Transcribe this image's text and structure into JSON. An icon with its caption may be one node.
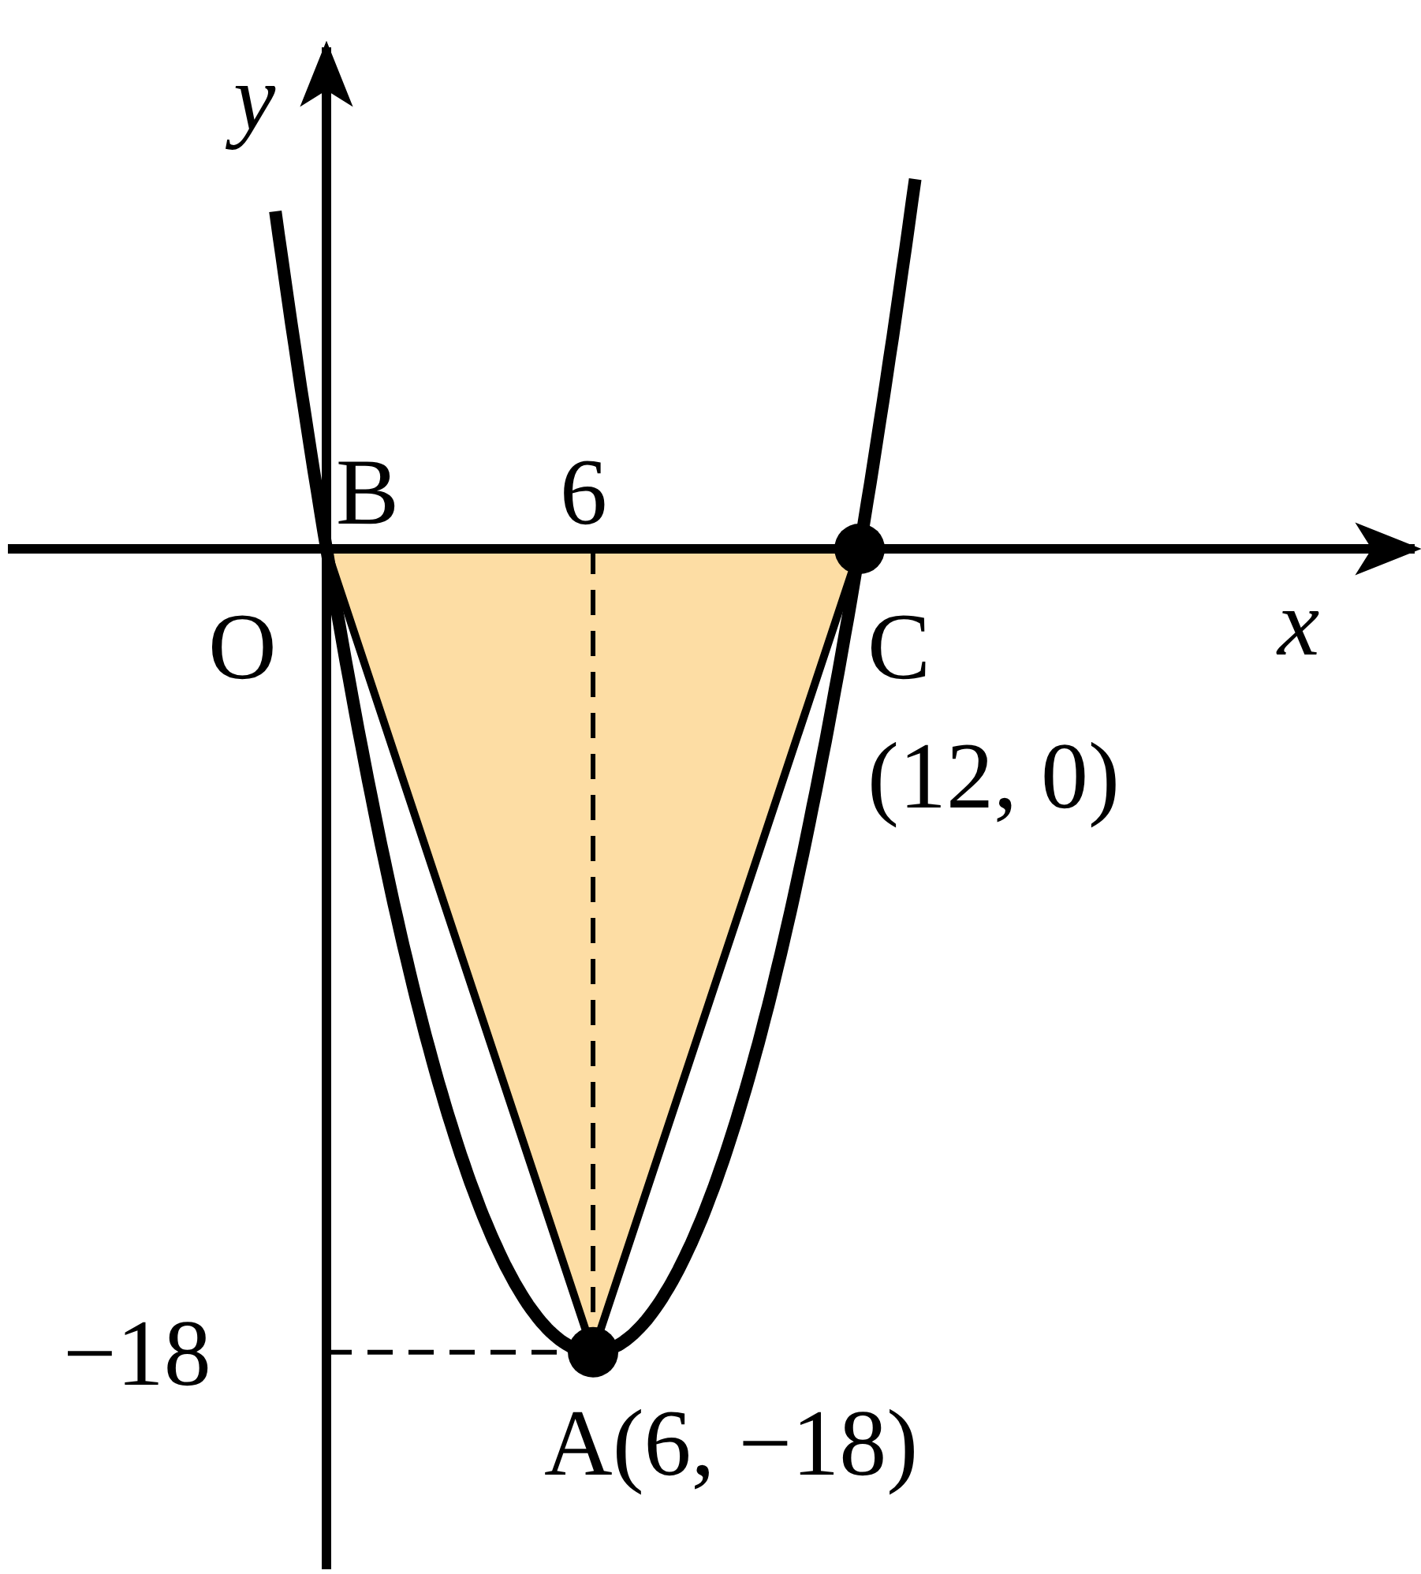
{
  "diagram": {
    "labels": [
      "y",
      "B",
      "6",
      "O",
      "C",
      "x",
      "(12, 0)",
      "−18",
      "A(6, −18)"
    ]
  }
}
